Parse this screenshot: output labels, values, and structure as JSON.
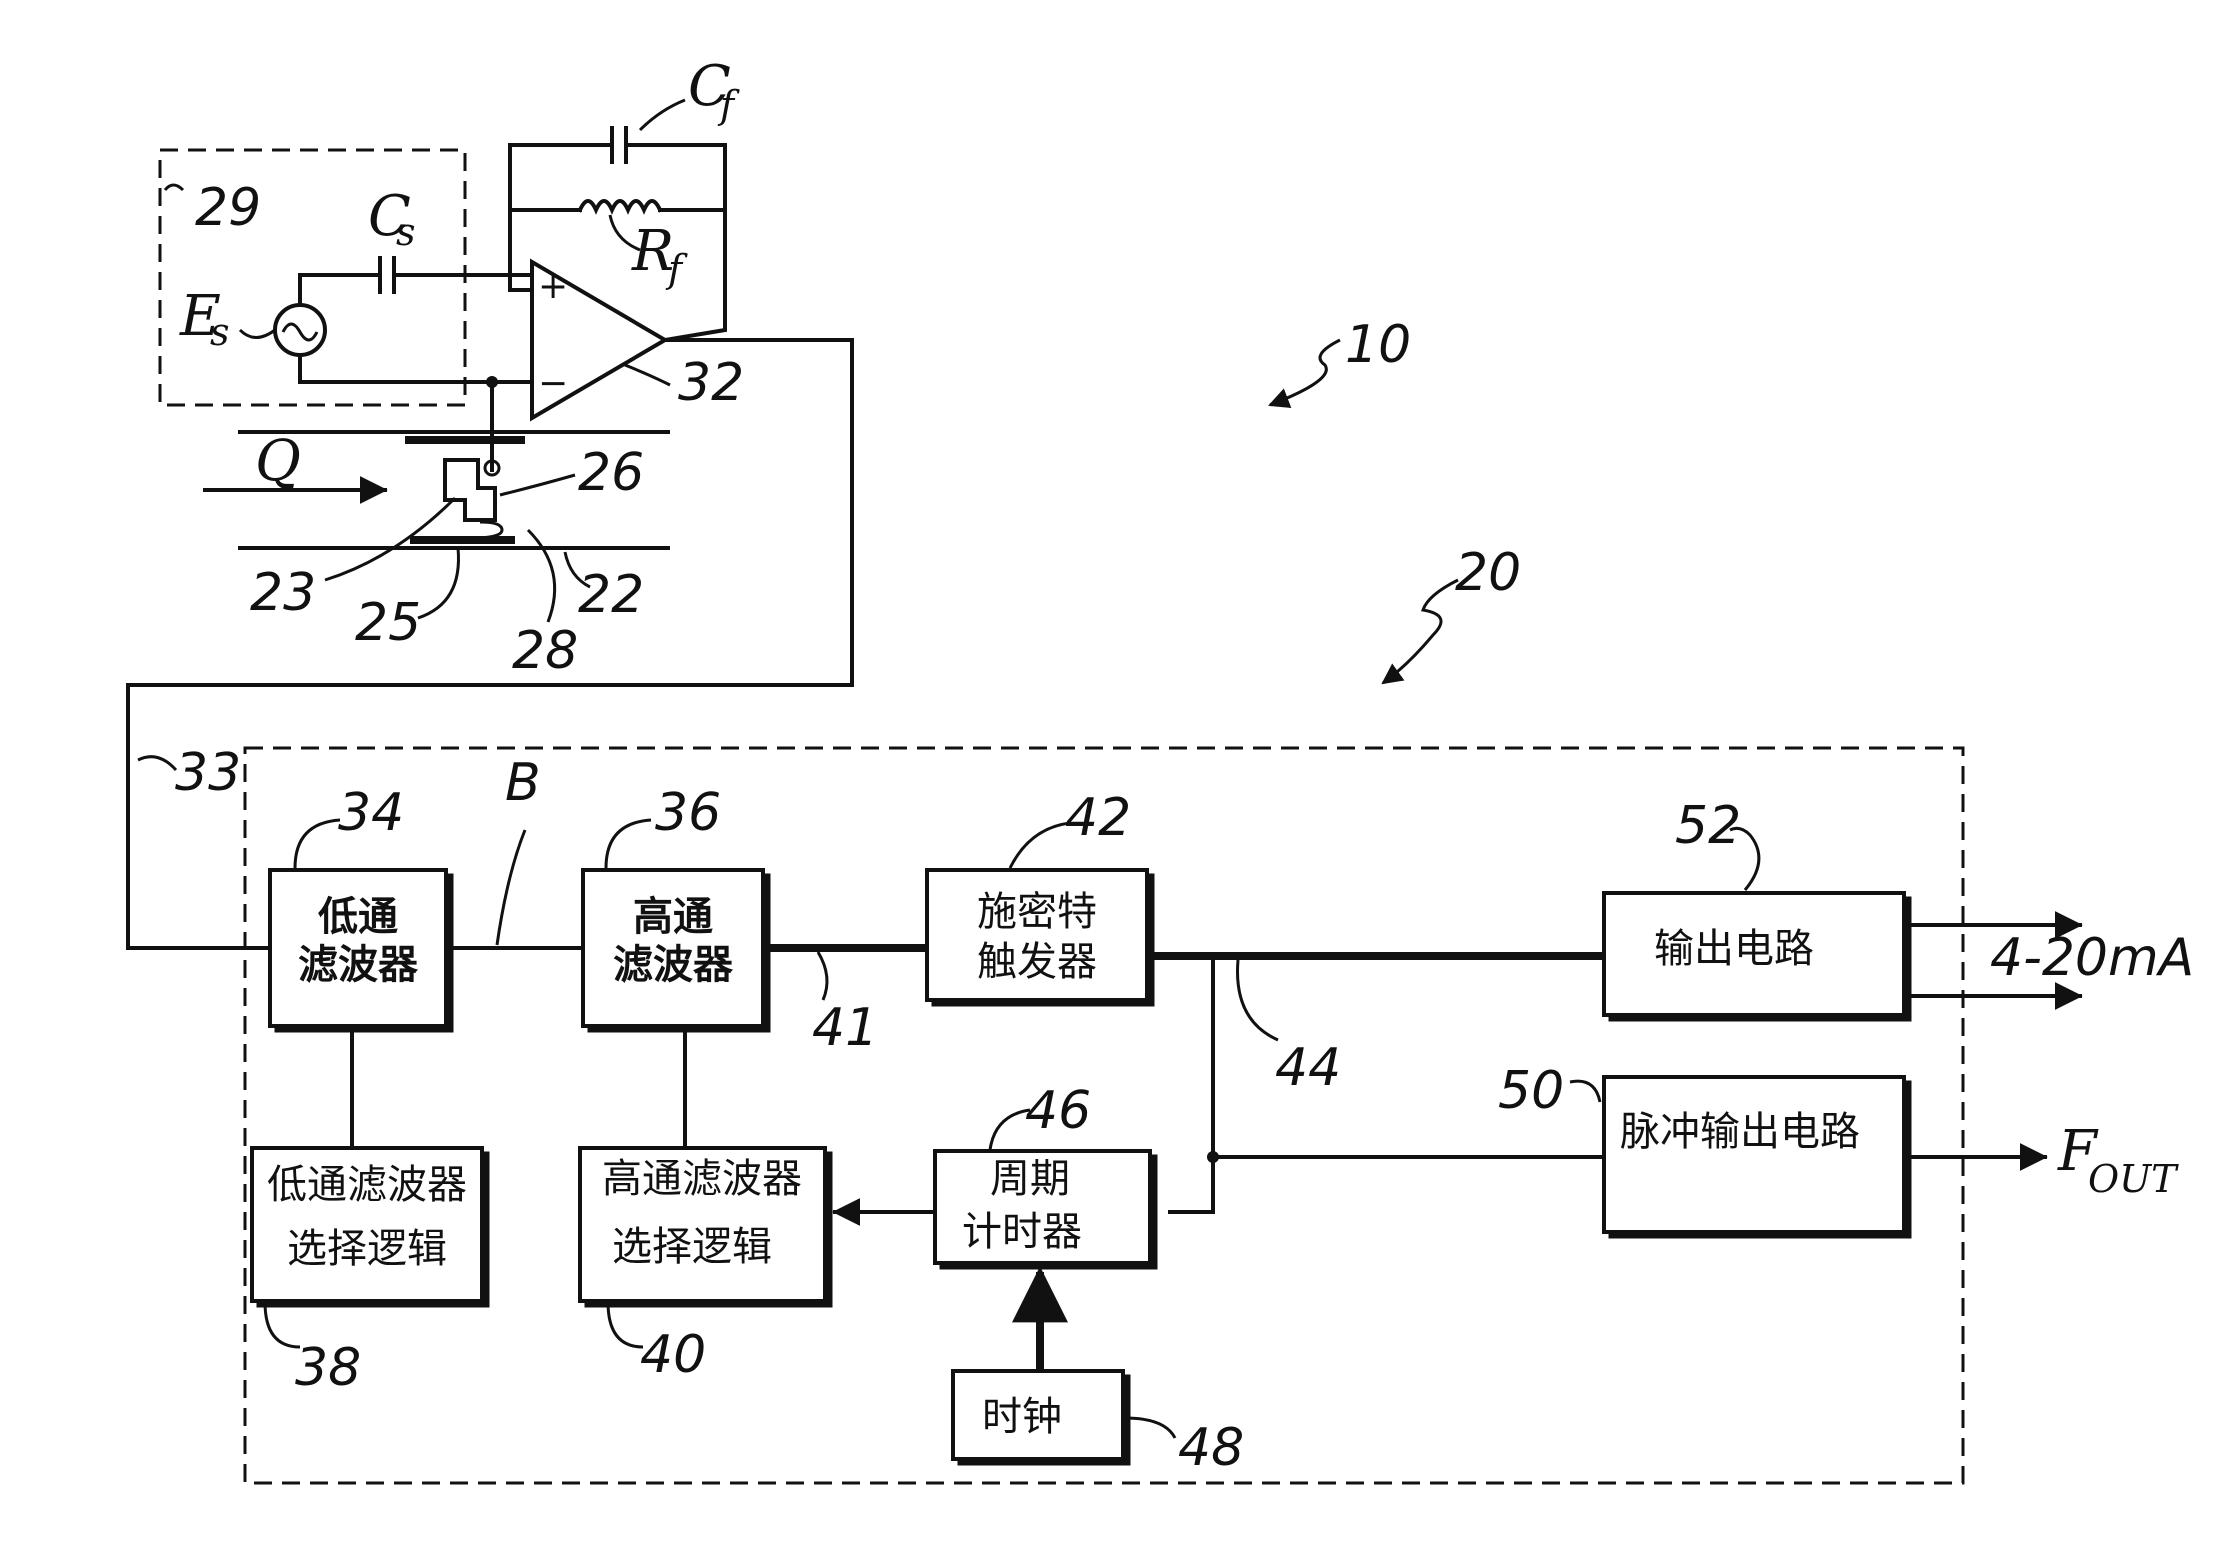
{
  "figure": {
    "reference_numerals": {
      "device": "10",
      "processor": "20",
      "pipe": "22",
      "vortex_shedder": "23",
      "element_25": "25",
      "element_26": "26",
      "element_28": "28",
      "source_circuit": "29",
      "amplifier": "32",
      "signal_line": "33",
      "lpf": "34",
      "hpf": "36",
      "lpf_logic": "38",
      "hpf_logic": "40",
      "line_41": "41",
      "schmitt": "42",
      "line_44": "44",
      "period_timer": "46",
      "clock": "48",
      "pulse_out": "50",
      "out_circuit": "52",
      "node_b": "B"
    },
    "symbols": {
      "cf": "C",
      "cf_sub": "f",
      "rf": "R",
      "rf_sub": "f",
      "cs": "C",
      "cs_sub": "s",
      "es": "E",
      "es_sub": "s",
      "flow": "Q",
      "plus": "+",
      "minus": "−",
      "fout": "F",
      "fout_sub": "OUT",
      "current_out": "4-20mA"
    },
    "blocks": {
      "lpf": [
        "低通",
        "滤波器"
      ],
      "hpf": [
        "高通",
        "滤波器"
      ],
      "schmitt": [
        "施密特",
        "触发器"
      ],
      "output_circuit": "输出电路",
      "lpf_logic": [
        "低通滤波器",
        "选择逻辑"
      ],
      "hpf_logic": [
        "高通滤波器",
        "选择逻辑"
      ],
      "period_timer": [
        "周期",
        "计时器"
      ],
      "pulse_output": "脉冲输出电路",
      "clock": "时钟"
    }
  }
}
